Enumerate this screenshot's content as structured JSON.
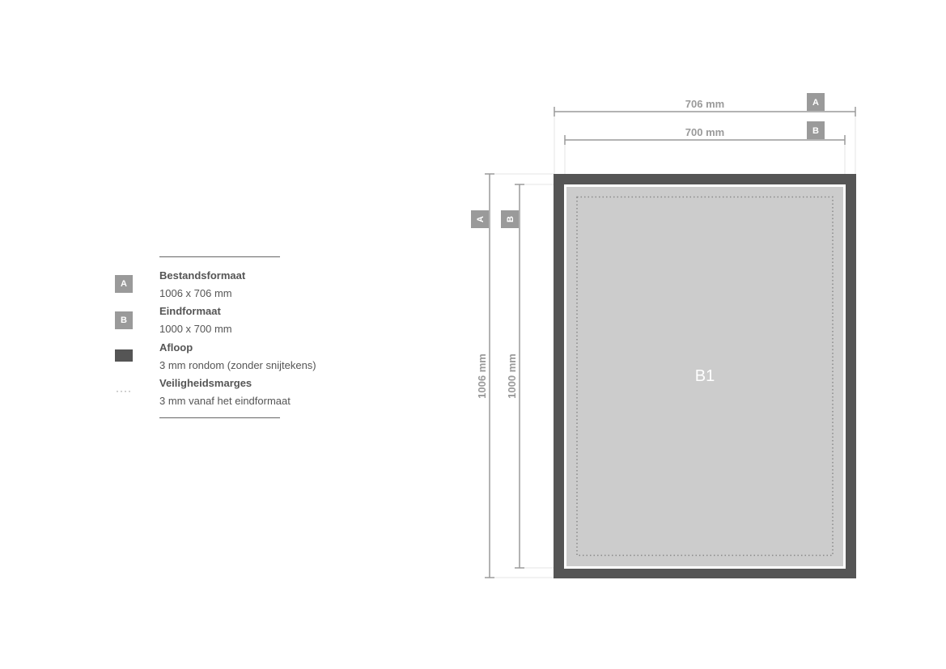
{
  "legend": {
    "items": [
      {
        "badge": "A",
        "icon": "file-format-badge",
        "title": "Bestandsformaat",
        "desc": "1006 x 706 mm"
      },
      {
        "badge": "B",
        "icon": "final-format-badge",
        "title": "Eindformaat",
        "desc": "1000 x 700 mm"
      },
      {
        "badge": "",
        "icon": "bleed-swatch",
        "title": "Afloop",
        "desc": "3 mm rondom (zonder snijtekens)"
      },
      {
        "badge": "",
        "icon": "safety-margin-dotted-line",
        "title": "Veiligheidsmarges",
        "desc": "3 mm vanaf het eindformaat"
      }
    ]
  },
  "diagram": {
    "format_label": "B1",
    "file_width_label": "706 mm",
    "final_width_label": "700 mm",
    "file_height_label": "1006 mm",
    "final_height_label": "1000 mm",
    "badge_a": "A",
    "badge_b": "B",
    "colors": {
      "bleed": "#555555",
      "trim_gap": "#ffffff",
      "safe_area": "#cccccc",
      "dimension_line": "#9a9a9a",
      "badge": "#9a9a9a"
    }
  }
}
